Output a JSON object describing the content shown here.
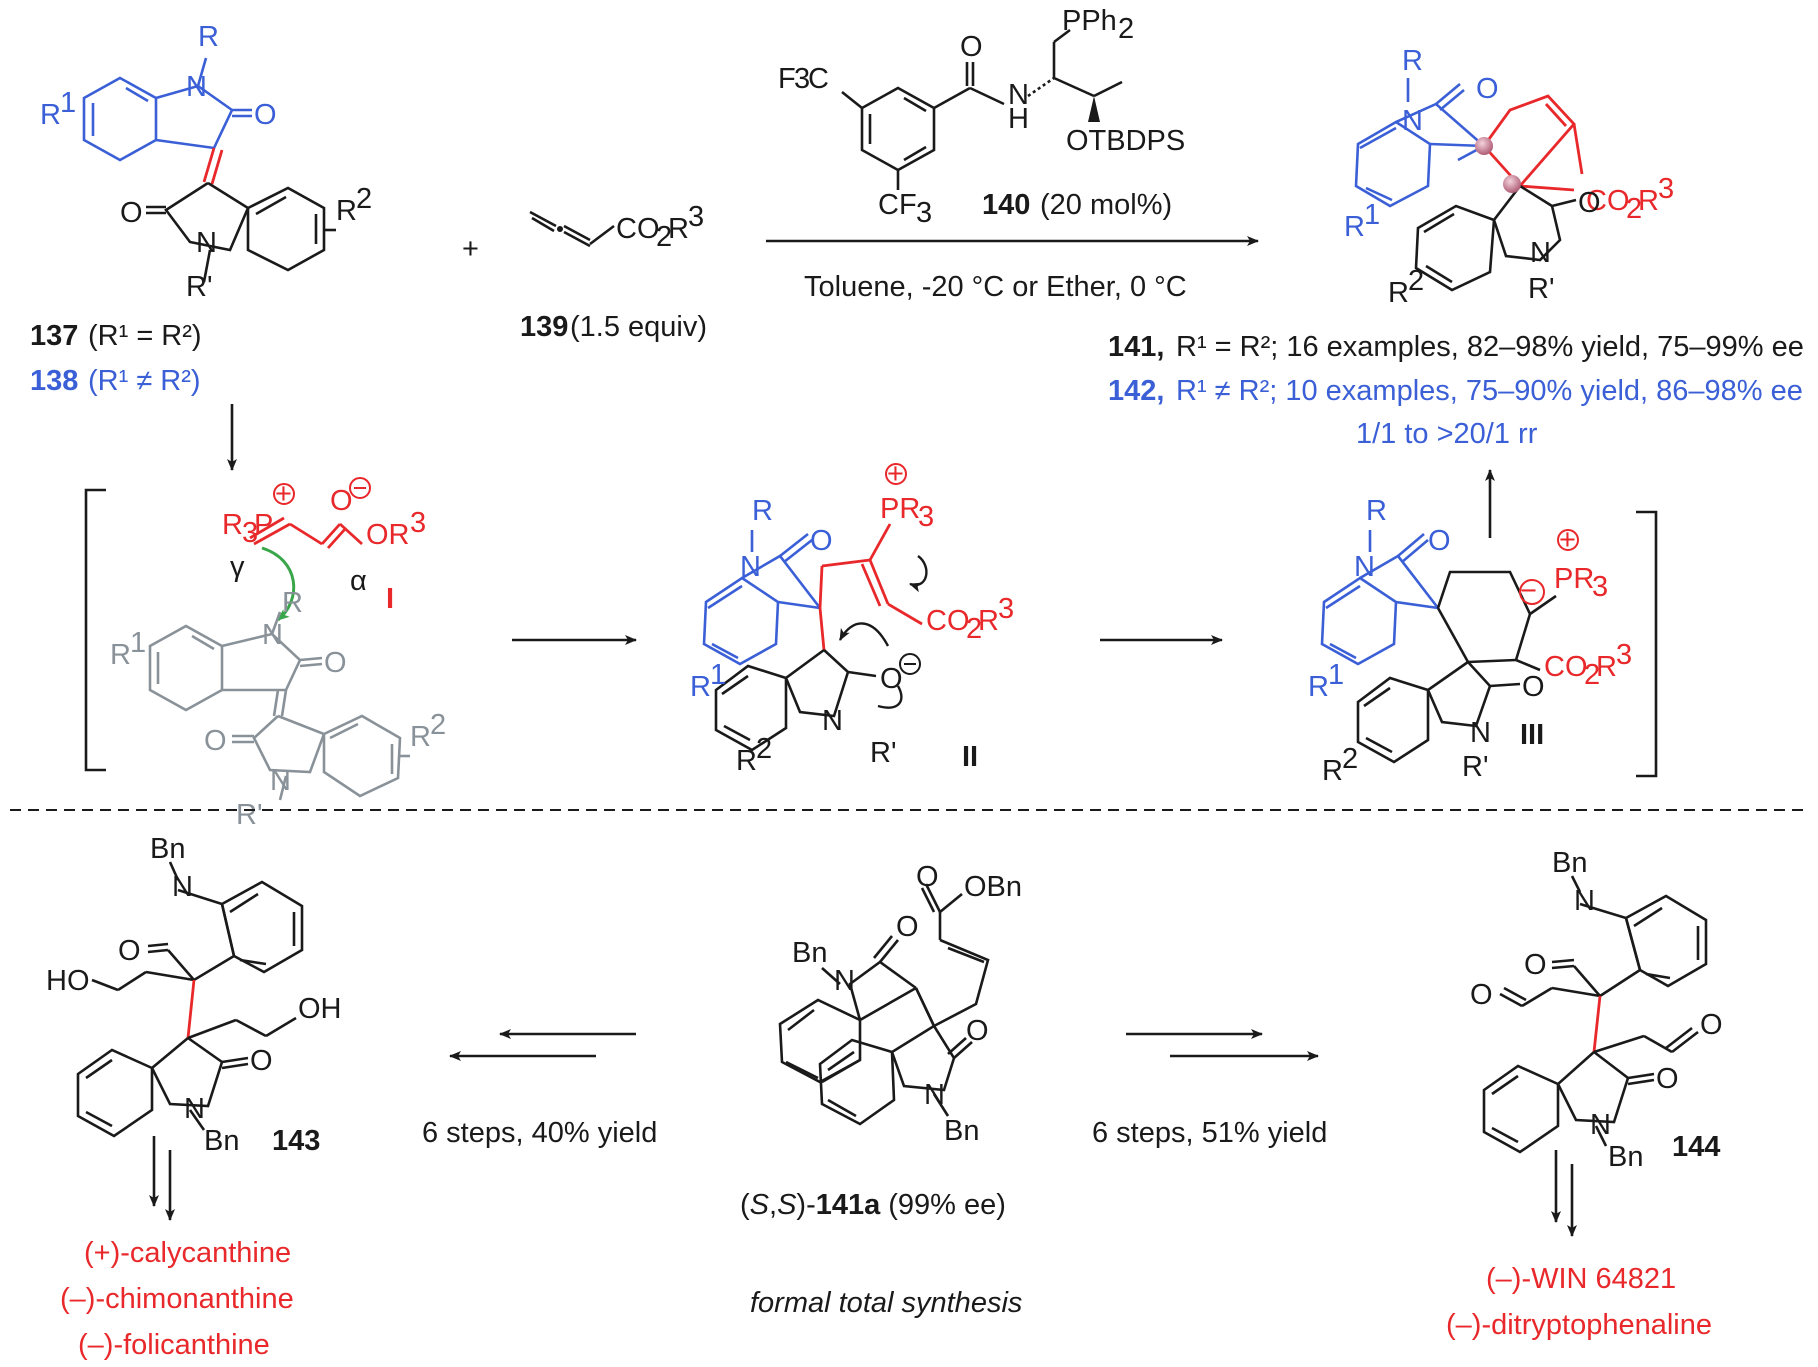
{
  "colors": {
    "ink": "#1a1a1a",
    "blue": "#3a5fd6",
    "red": "#e8282a",
    "gray": "#8a9299",
    "green": "#3aa64a",
    "sphere": "#c87a90"
  },
  "top": {
    "cpd137": "137",
    "cpd137_cond": "(R¹ = R²)",
    "cpd138": "138",
    "cpd138_cond": "(R¹ ≠ R²)",
    "plus": "+",
    "cpd139": "139",
    "cpd139_equiv": "(1.5 equiv)",
    "cat": "140",
    "cat_loading": "(20 mol%)",
    "conditions": "Toluene, -20 °C or Ether, 0 °C",
    "p141_id": "141,",
    "p141_text": "R¹ = R²; 16 examples, 82–98% yield, 75–99% ee",
    "p142_id": "142,",
    "p142_text": "R¹ ≠ R²; 10 examples, 75–90% yield, 86–98% ee",
    "p142_rr": "1/1 to >20/1 rr"
  },
  "mechanism": {
    "int1": "I",
    "int2": "II",
    "int3": "III",
    "gamma": "γ",
    "alpha": "α"
  },
  "bottom": {
    "cpd143": "143",
    "cpd144": "144",
    "left_conditions": "6 steps, 40% yield",
    "right_conditions": "6 steps, 51% yield",
    "center_prefix": "(",
    "center_S1": "S",
    "center_comma": ",",
    "center_S2": "S",
    "center_dash": ")-",
    "center_id": "141a",
    "center_ee": "(99% ee)",
    "formal": "formal total synthesis",
    "left_products": [
      "(+)-calycanthine",
      "(–)-chimonanthine",
      "(–)-folicanthine"
    ],
    "right_products": [
      "(–)-WIN 64821",
      "(–)-ditryptophenaline"
    ]
  }
}
